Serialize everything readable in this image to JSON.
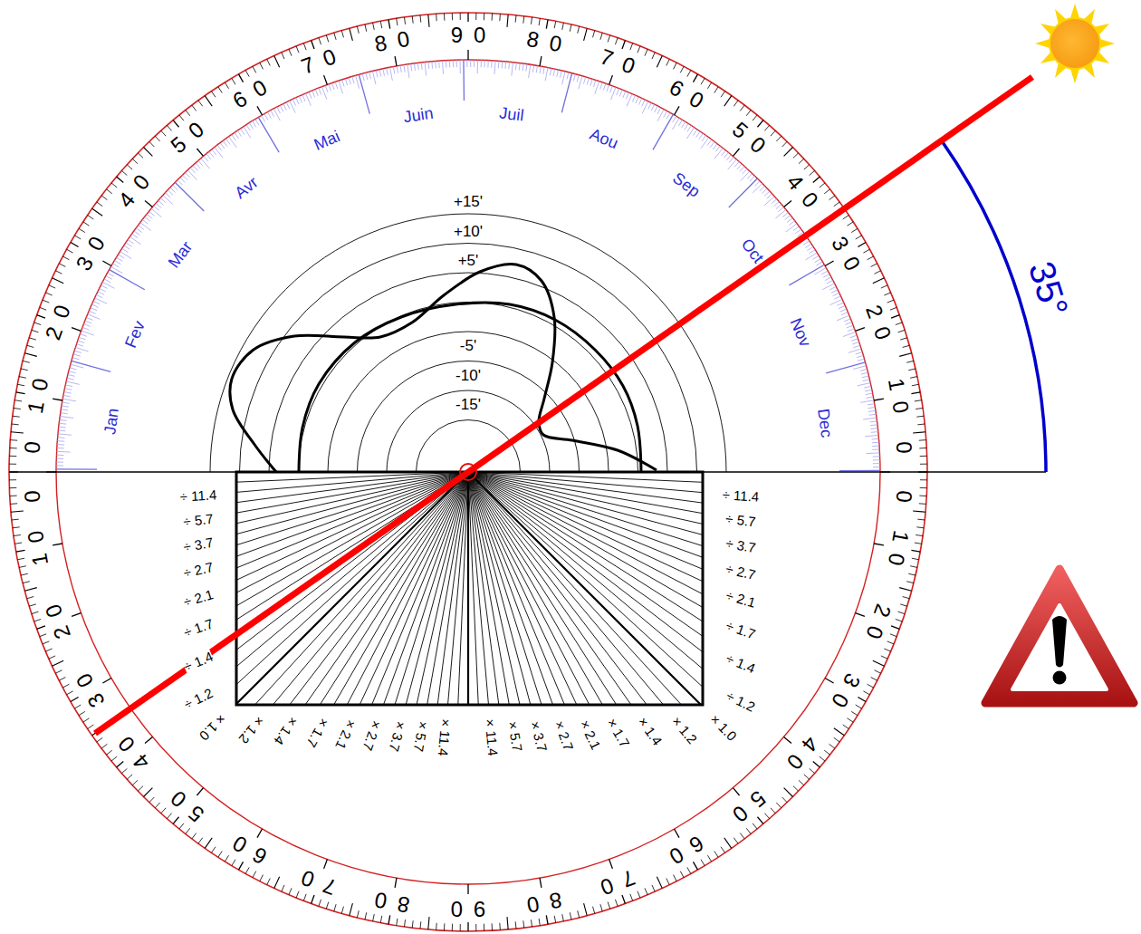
{
  "diagram": {
    "labels": [
      "0",
      "10",
      "20",
      "30",
      "40",
      "50",
      "60",
      "70",
      "80",
      "90",
      "80",
      "70",
      "60",
      "50",
      "40",
      "30",
      "20",
      "10",
      "0",
      "0",
      "10",
      "20",
      "30",
      "40",
      "50",
      "60",
      "70",
      "80",
      "90",
      "80",
      "70",
      "60",
      "50",
      "40",
      "30",
      "20",
      "10",
      "0",
      "Jan",
      "Fev",
      "Mar",
      "Avr",
      "Mai",
      "Juin",
      "Juil",
      "Aou",
      "Sep",
      "Oct",
      "Nov",
      "Dec",
      "+15'",
      "+10'",
      "+5'",
      "-5'",
      "-10'",
      "-15'",
      "÷ 11.4",
      "÷ 5.7",
      "÷ 3.7",
      "÷ 2.7",
      "÷ 2.1",
      "÷ 1.7",
      "÷ 1.4",
      "÷ 1.2",
      "÷ 11.4",
      "÷ 5.7",
      "÷ 3.7",
      "÷ 2.7",
      "÷ 2.1",
      "÷ 1.7",
      "÷ 1.4",
      "÷ 1.2",
      "× 1.0",
      "× 1.2",
      "× 1.4",
      "× 1.7",
      "× 2.1",
      "× 2.7",
      "× 3.7",
      "× 5.7",
      "× 11.4",
      "× 11.4",
      "× 5.7",
      "× 3.7",
      "× 2.7",
      "× 2.1",
      "× 1.7",
      "× 1.4",
      "× 1.2",
      "× 1.0",
      "35°"
    ]
  }
}
